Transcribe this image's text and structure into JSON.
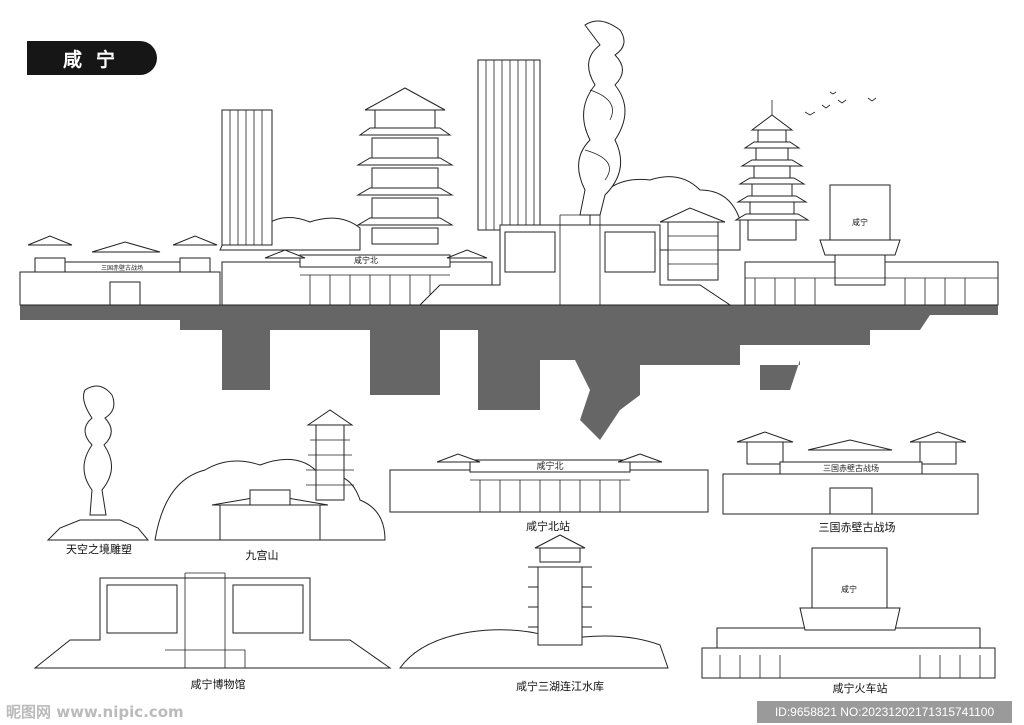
{
  "title": "咸宁",
  "skyline": {
    "station_sign": "咸宁北",
    "battlefield_sign": "三国赤壁古战场",
    "railway_sign": "咸宁"
  },
  "vignettes": [
    {
      "label": "天空之境雕塑"
    },
    {
      "label": "九宫山"
    },
    {
      "label": "咸宁北站",
      "sign": "咸宁北"
    },
    {
      "label": "三国赤壁古战场",
      "sign": "三国赤壁古战场"
    },
    {
      "label": "咸宁博物馆"
    },
    {
      "label": "咸宁三湖连江水库"
    },
    {
      "label": "咸宁火车站",
      "sign": "咸宁"
    }
  ],
  "watermark": {
    "site": "昵图网 www.nipic.com",
    "id": "ID:9658821 NO:20231202171315741100"
  },
  "colors": {
    "ink": "#222222",
    "reflection": "#666666",
    "title_bg": "#161616"
  }
}
